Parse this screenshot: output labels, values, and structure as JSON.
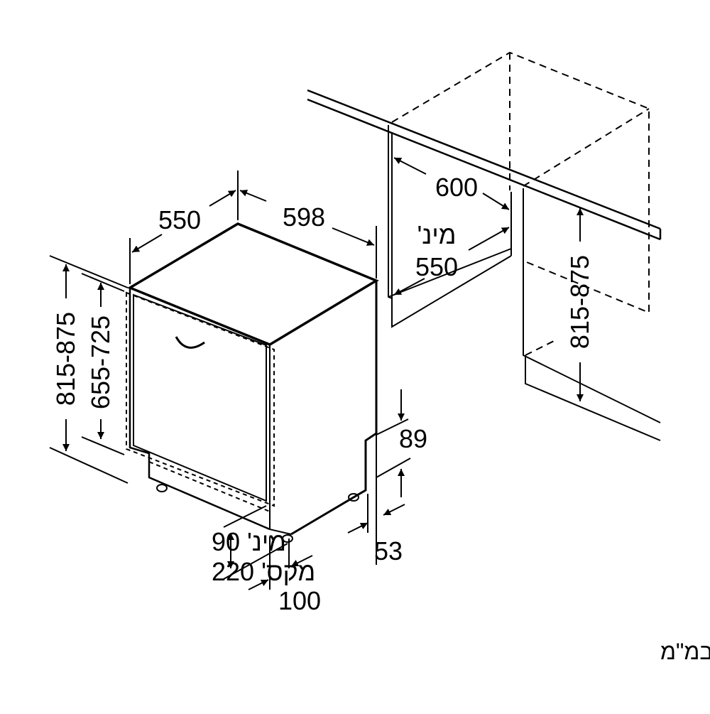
{
  "labels": {
    "width_top": "598",
    "depth_top": "550",
    "niche_width": "600",
    "niche_min_prefix": "מינ'",
    "niche_min_value": "550",
    "height_left_outer": "815-875",
    "height_left_inner": "655-725",
    "height_right": "815-875",
    "plinth_top": "89",
    "plinth_bottom": "53",
    "plinth_range_min": "מינ' 90",
    "plinth_range_max": "מקס' 220",
    "setback": "100"
  },
  "footer": {
    "units_note": "מידות במ\"מ"
  },
  "colors": {
    "line": "#000000",
    "background": "#ffffff"
  }
}
